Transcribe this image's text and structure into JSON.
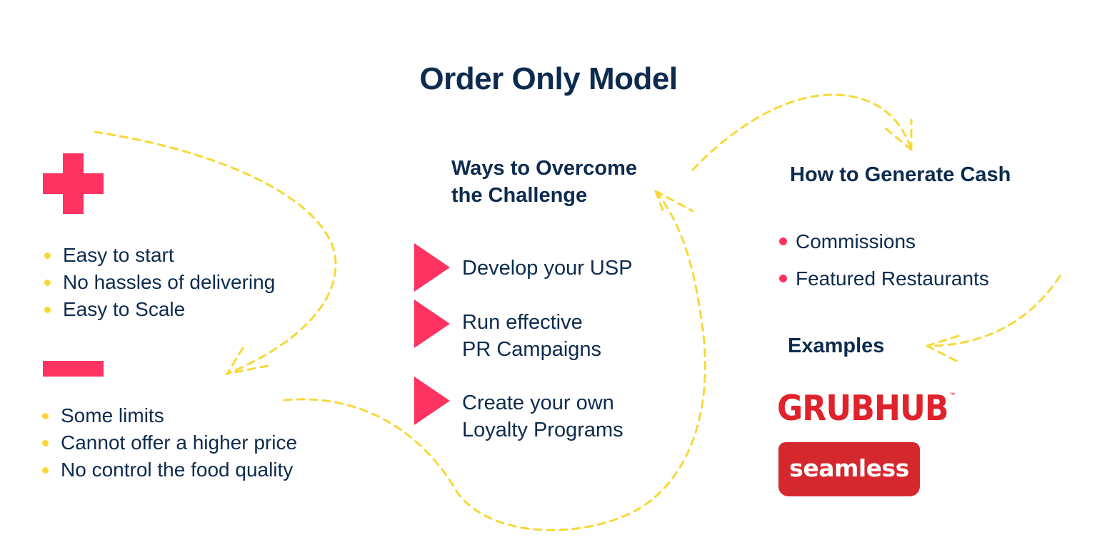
{
  "title": "Order Only Model",
  "colors": {
    "navy": "#0d2b4e",
    "pink": "#fe3361",
    "yellow": "#f7d838",
    "brand_red": "#d4282e"
  },
  "pros": {
    "icon": "plus-icon",
    "items": [
      "Easy to start",
      "No hassles of delivering",
      "Easy to Scale"
    ]
  },
  "cons": {
    "icon": "minus-icon",
    "items": [
      "Some limits",
      "Cannot offer a higher price",
      "No control the food quality"
    ]
  },
  "ways": {
    "heading_line1": "Ways to Overcome",
    "heading_line2": "the Challenge",
    "steps": [
      {
        "line1": "Develop your USP",
        "line2": ""
      },
      {
        "line1": "Run effective",
        "line2": "PR Campaigns"
      },
      {
        "line1": "Create your own",
        "line2": "Loyalty Programs"
      }
    ]
  },
  "cash": {
    "heading": "How to Generate Cash",
    "items": [
      "Commissions",
      "Featured Restaurants"
    ]
  },
  "examples": {
    "heading": "Examples",
    "logos": [
      "GRUBHUB",
      "seamless"
    ],
    "grubhub_tm": "™"
  }
}
